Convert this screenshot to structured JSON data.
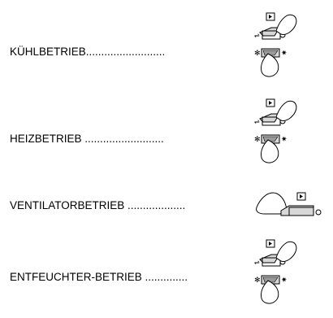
{
  "modes": [
    {
      "label": "KÜHLBETRIEB..........................",
      "illustration": "two-switch-press-icon"
    },
    {
      "label": "HEIZBETRIEB ..........................",
      "illustration": "two-switch-press-icon"
    },
    {
      "label": "VENTILATORBETRIEB ...................",
      "illustration": "single-switch-press-icon"
    },
    {
      "label": "ENTFEUCHTER-BETRIEB ..............",
      "illustration": "two-switch-press-icon"
    }
  ]
}
